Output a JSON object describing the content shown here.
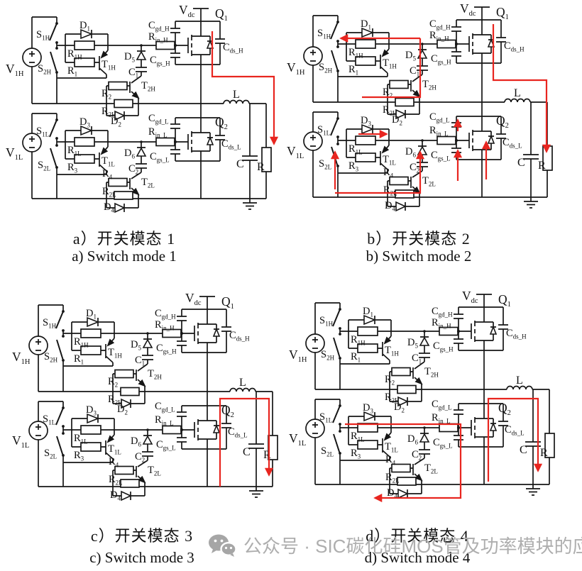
{
  "panels": [
    {
      "id": "a",
      "caption_zh": "a）开关模态 1",
      "caption_en": "a) Switch mode 1"
    },
    {
      "id": "b",
      "caption_zh": "b）开关模态 2",
      "caption_en": "b) Switch mode 2"
    },
    {
      "id": "c",
      "caption_zh": "c）开关模态 3",
      "caption_en": "c) Switch mode 3"
    },
    {
      "id": "d",
      "caption_zh": "d）开关模态 4",
      "caption_en": "d) Switch mode 4"
    }
  ],
  "labels": {
    "vdc": {
      "m": "V",
      "s": "dc"
    },
    "q1": {
      "m": "Q",
      "s": "1"
    },
    "q2": {
      "m": "Q",
      "s": "2"
    },
    "cgdh": {
      "m": "C",
      "s": "gd_H"
    },
    "rinh": {
      "m": "R",
      "s": "in_H"
    },
    "cgsh": {
      "m": "C",
      "s": "gs_H"
    },
    "cdsh": {
      "m": "C",
      "s": "ds_H"
    },
    "d1": {
      "m": "D",
      "s": "1"
    },
    "r1h": {
      "m": "R",
      "s": "1H"
    },
    "t1h": {
      "m": "T",
      "s": "1H"
    },
    "r1": {
      "m": "R",
      "s": "1"
    },
    "s1h": {
      "m": "S",
      "s": "1H"
    },
    "s2h": {
      "m": "S",
      "s": "2H"
    },
    "v1h": {
      "m": "V",
      "s": "1H"
    },
    "d5": {
      "m": "D",
      "s": "5"
    },
    "c1": {
      "m": "C",
      "s": "1"
    },
    "t2h": {
      "m": "T",
      "s": "2H"
    },
    "r2": {
      "m": "R",
      "s": "2"
    },
    "r2h": {
      "m": "R",
      "s": "2H"
    },
    "d2": {
      "m": "D",
      "s": "2"
    },
    "l": {
      "m": "L",
      "s": ""
    },
    "cgdl": {
      "m": "C",
      "s": "gd_L"
    },
    "rinl": {
      "m": "R",
      "s": "in_L"
    },
    "cgsl": {
      "m": "C",
      "s": "gs_L"
    },
    "cdsl": {
      "m": "C",
      "s": "ds_L"
    },
    "d3": {
      "m": "D",
      "s": "3"
    },
    "r1l": {
      "m": "R",
      "s": "1L"
    },
    "t1l": {
      "m": "T",
      "s": "1L"
    },
    "r3": {
      "m": "R",
      "s": "3"
    },
    "s1l": {
      "m": "S",
      "s": "1L"
    },
    "s2l": {
      "m": "S",
      "s": "2L"
    },
    "v1l": {
      "m": "V",
      "s": "1L"
    },
    "d6": {
      "m": "D",
      "s": "6"
    },
    "c2": {
      "m": "C",
      "s": "2"
    },
    "t2l": {
      "m": "T",
      "s": "2L"
    },
    "r4": {
      "m": "R",
      "s": "4"
    },
    "r2l": {
      "m": "R",
      "s": "2L"
    },
    "d4": {
      "m": "D",
      "s": "4"
    },
    "c": {
      "m": "C",
      "s": ""
    },
    "r": {
      "m": "R",
      "s": ""
    }
  },
  "watermark": {
    "text": "公众号 · SIC碳化硅MOS管及功率模块的应用",
    "icon": "wechat-icon"
  },
  "colors": {
    "wire": "#161616",
    "highlight": "#e8251f",
    "watermark": "#aeaeae"
  }
}
